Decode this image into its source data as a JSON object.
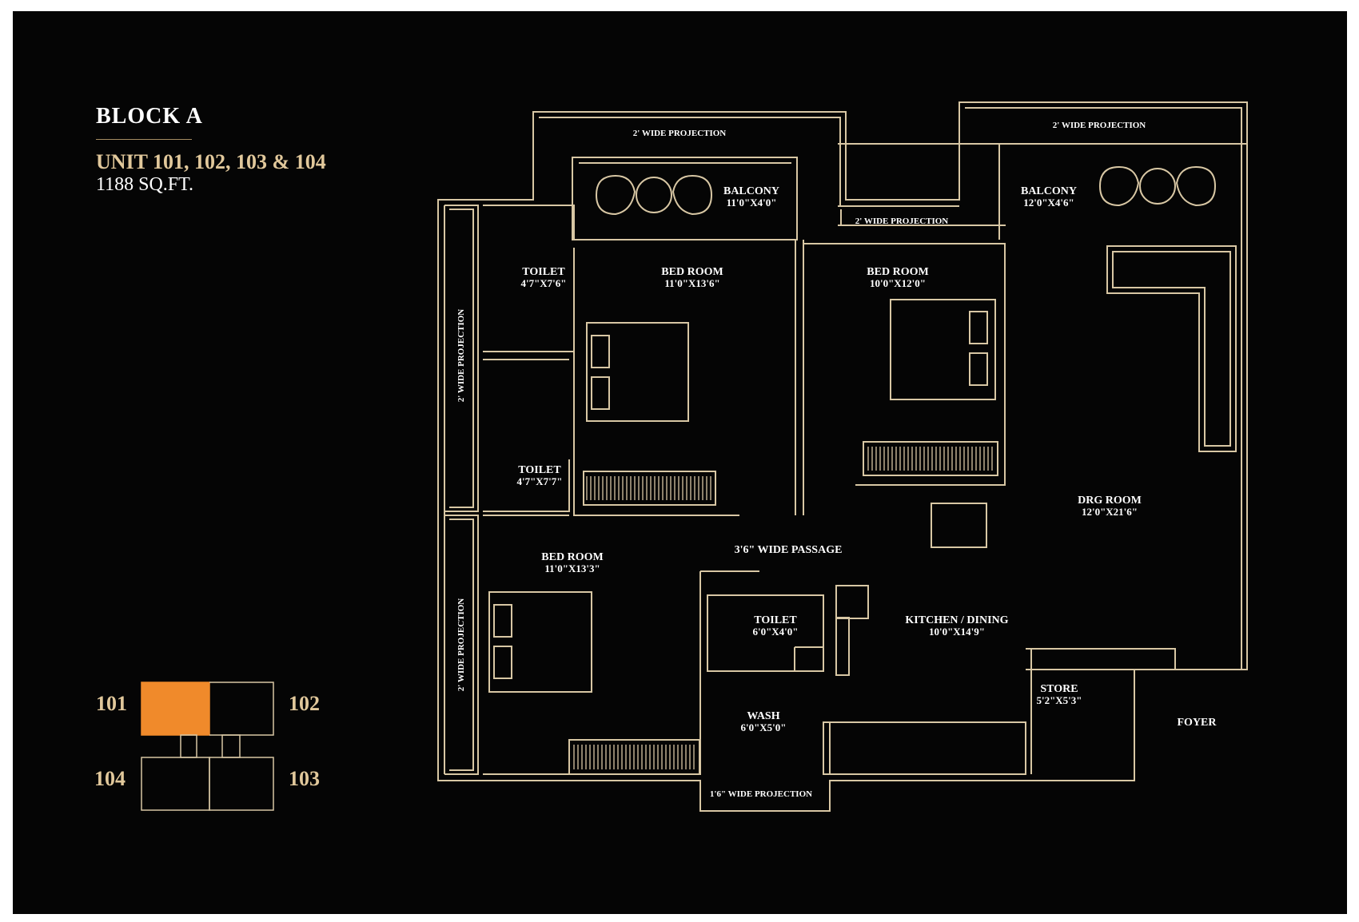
{
  "header": {
    "block": "BLOCK A",
    "units": "UNIT 101, 102, 103 & 104",
    "area": "1188 SQ.FT."
  },
  "key_plan": {
    "labels": [
      "101",
      "102",
      "104",
      "103"
    ],
    "highlighted_unit": "101",
    "highlight_color": "#f08a2b"
  },
  "colors": {
    "background": "#050505",
    "line": "#d8c7a4",
    "room_label": "#ffffff",
    "accent": "#e1c89b"
  },
  "rooms": {
    "toilet_1": {
      "name": "TOILET",
      "size": "4'7\"X7'6\""
    },
    "bedroom_1": {
      "name": "BED ROOM",
      "size": "11'0\"X13'6\""
    },
    "bedroom_2": {
      "name": "BED ROOM",
      "size": "10'0\"X12'0\""
    },
    "toilet_2": {
      "name": "TOILET",
      "size": "4'7\"X7'7\""
    },
    "bedroom_3": {
      "name": "BED ROOM",
      "size": "11'0\"X13'3\""
    },
    "passage": {
      "name": "3'6\" WIDE PASSAGE"
    },
    "toilet_3": {
      "name": "TOILET",
      "size": "6'0\"X4'0\""
    },
    "kitchen": {
      "name": "KITCHEN / DINING",
      "size": "10'0\"X14'9\""
    },
    "drg": {
      "name": "DRG ROOM",
      "size": "12'0\"X21'6\""
    },
    "store": {
      "name": "STORE",
      "size": "5'2\"X5'3\""
    },
    "wash": {
      "name": "WASH",
      "size": "6'0\"X5'0\""
    },
    "foyer": {
      "name": "FOYER"
    },
    "balcony_1": {
      "name": "BALCONY",
      "size": "11'0\"X4'0\""
    },
    "balcony_2": {
      "name": "BALCONY",
      "size": "12'0\"X4'6\""
    }
  },
  "projections": {
    "top_left": "2' WIDE PROJECTION",
    "top_right": "2' WIDE PROJECTION",
    "top_middle": "2' WIDE PROJECTION",
    "left_upper": "2' WIDE PROJECTION",
    "left_lower": "2' WIDE PROJECTION",
    "bottom": "1'6\" WIDE PROJECTION"
  }
}
